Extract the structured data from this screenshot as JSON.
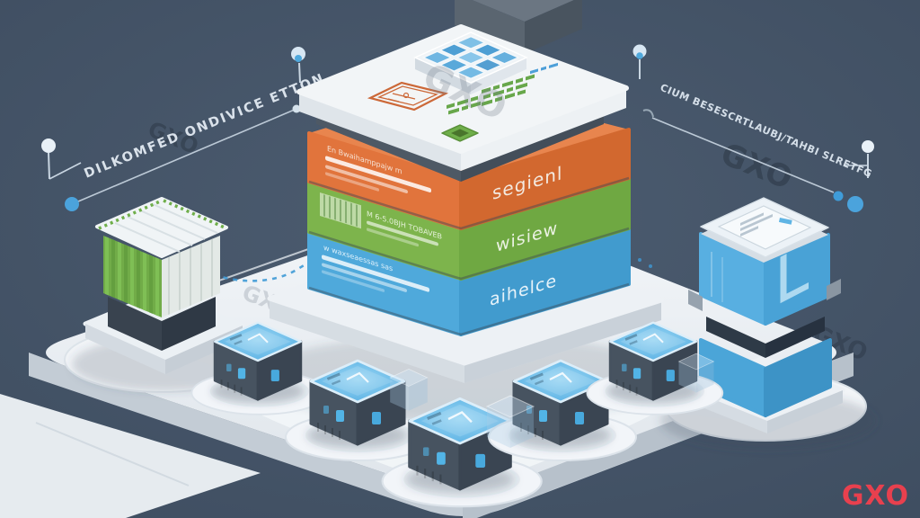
{
  "background": {
    "color": "#47566B"
  },
  "logo": {
    "text": "GXO",
    "color": "#E8404E"
  },
  "watermark": {
    "text": "GXO"
  },
  "callouts": {
    "left": {
      "text": "DILKOMFED ONDIVICE ETTON"
    },
    "right": {
      "text": "CIUM BESESCRTLAUBJ/TAHBI SLRETFG"
    }
  },
  "stack": {
    "layers": [
      {
        "id": "top-platform",
        "label": "",
        "color": "#F2F5F7"
      },
      {
        "id": "orange",
        "label": "segienl",
        "side_text": "En Bwaihamppajw m",
        "color": "#E1743C"
      },
      {
        "id": "green",
        "label": "wisiew",
        "side_text": "M 6-5.0BJH TOBAVEB",
        "color": "#7DB44C"
      },
      {
        "id": "blue",
        "label": "aihelce",
        "side_text": "w waxseaessas sas",
        "color": "#4FA9DB"
      }
    ]
  },
  "palette": {
    "robot_top": "#5FB9E9",
    "robot_body": "#46515F",
    "floor": "#ECF0F4",
    "machine_blue": "#4BA5D8",
    "slat_green": "#7FBF55"
  }
}
